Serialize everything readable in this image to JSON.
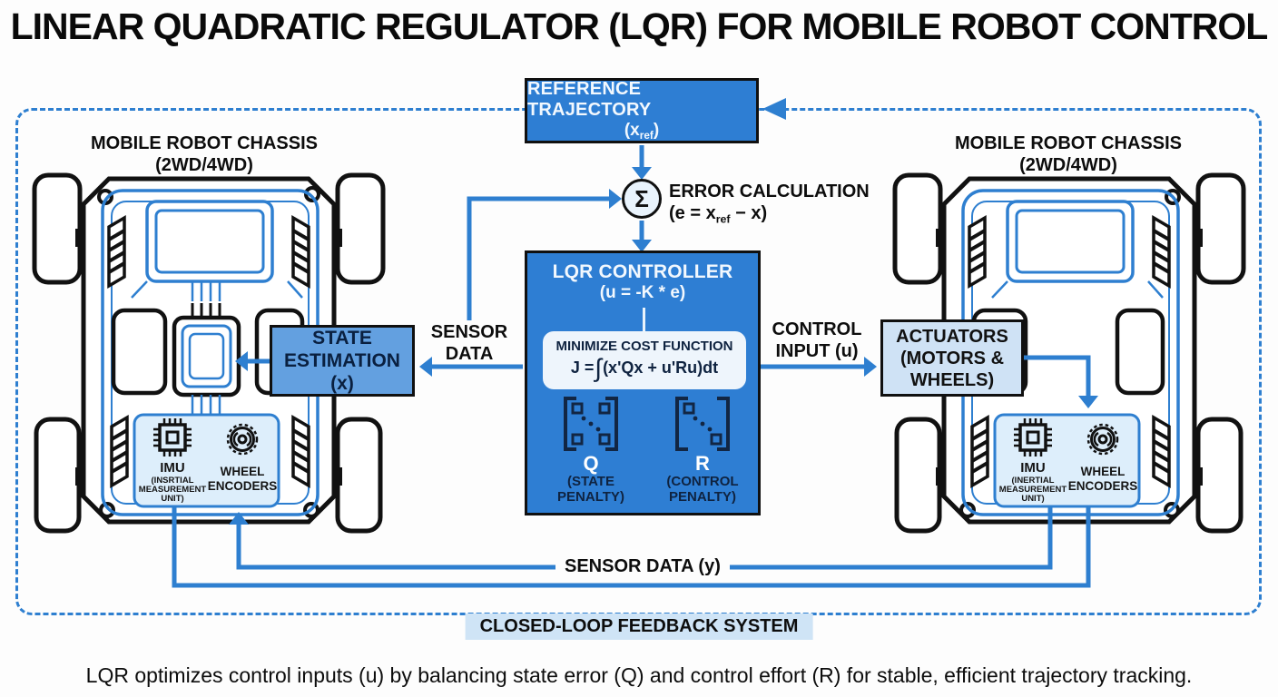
{
  "title": "LINEAR QUADRATIC REGULATOR (LQR) FOR MOBILE ROBOT CONTROL",
  "colors": {
    "accent_blue": "#2e7fd0",
    "solid_box_blue": "#2e7ed3",
    "state_box_blue": "#63a0e0",
    "actuator_box_blue": "#cfe2f5",
    "sensor_panel_blue": "#ddeefb",
    "dark_navy_text": "#0f2340",
    "line_black": "#101010"
  },
  "reference_box": {
    "line1": "REFERENCE TRAJECTORY",
    "line2_pre": "(x",
    "line2_sub": "ref",
    "line2_post": ")"
  },
  "error_calc": {
    "sigma": "Σ",
    "line1": "ERROR CALCULATION",
    "line2_pre": "(e = x",
    "line2_sub": "ref",
    "line2_post": " − x)"
  },
  "lqr_box": {
    "title": "LQR CONTROLLER",
    "subtitle": "(u = -K * e)",
    "cost_title": "MINIMIZE COST FUNCTION",
    "cost_pre": "J = ",
    "cost_integral": "∫",
    "cost_post": "(x'Qx + u'Ru)dt",
    "q_label": "Q",
    "q_caption_l1": "(STATE",
    "q_caption_l2": "PENALTY)",
    "r_label": "R",
    "r_caption_l1": "(CONTROL",
    "r_caption_l2": "PENALTY)"
  },
  "flow_labels": {
    "sensor_data_l1": "SENSOR",
    "sensor_data_l2": "DATA",
    "control_input_l1": "CONTROL",
    "control_input_l2": "INPUT (u)",
    "sensor_data_y": "SENSOR DATA (y)",
    "closed_loop": "CLOSED-LOOP FEEDBACK SYSTEM"
  },
  "state_estimation_box": {
    "line1": "STATE",
    "line2": "ESTIMATION",
    "line3": "(x)"
  },
  "actuators_box": {
    "line1": "ACTUATORS",
    "line2": "(MOTORS &",
    "line3": "WHEELS)"
  },
  "left_robot": {
    "title_l1": "MOBILE ROBOT CHASSIS",
    "title_l2": "(2WD/4WD)",
    "imu_label": "IMU",
    "imu_sub_l1": "(INSRTIAL",
    "imu_sub_l2": "MEASUREMENT",
    "imu_sub_l3": "UNIT)",
    "encoders_l1": "WHEEL",
    "encoders_l2": "ENCODERS"
  },
  "right_robot": {
    "title_l1": "MOBILE ROBOT CHASSIS",
    "title_l2": "(2WD/4WD)",
    "imu_label": "IMU",
    "imu_sub_l1": "(INERTIAL",
    "imu_sub_l2": "MEASUREMENT",
    "imu_sub_l3": "UNIT)",
    "encoders_l1": "WHEEL",
    "encoders_l2": "ENCODERS"
  },
  "caption": "LQR optimizes control inputs (u) by balancing state error (Q) and control effort (R) for stable, efficient trajectory tracking."
}
